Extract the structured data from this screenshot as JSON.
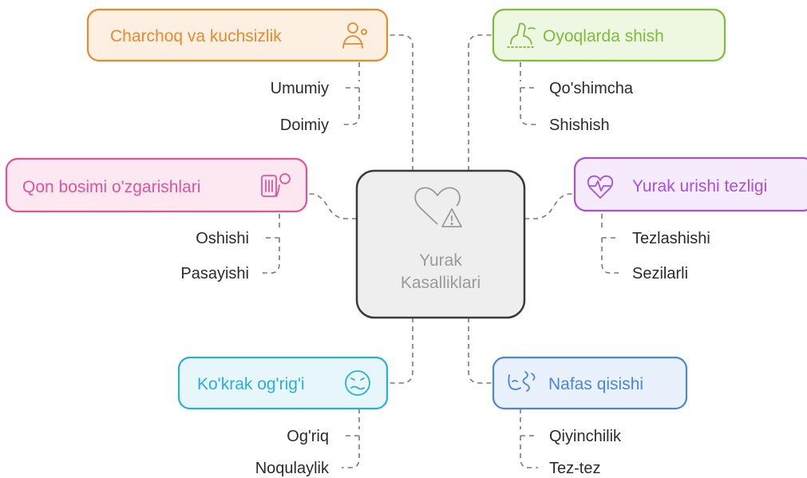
{
  "center": {
    "line1": "Yurak",
    "line2": "Kasalliklari"
  },
  "categories": {
    "fatigue": {
      "label": "Charchoq va kuchsizlik",
      "color": "#e88a2e",
      "fill": "#fdf0e3",
      "icon": "person-tired-icon",
      "items": [
        "Umumiy",
        "Doimiy"
      ]
    },
    "swelling": {
      "label": "Oyoqlarda shish",
      "color": "#7cbd3a",
      "fill": "#eef7e2",
      "icon": "swollen-foot-icon",
      "items": [
        "Qo'shimcha",
        "Shishish"
      ]
    },
    "pressure": {
      "label": "Qon bosimi o'zgarishlari",
      "color": "#e0559a",
      "fill": "#fde8f1",
      "icon": "blood-pressure-icon",
      "items": [
        "Oshishi",
        "Pasayishi"
      ]
    },
    "heartrate": {
      "label": "Yurak urishi tezligi",
      "color": "#a652d8",
      "fill": "#f6ebfc",
      "icon": "heartbeat-icon",
      "items": [
        "Tezlashishi",
        "Sezilarli"
      ]
    },
    "chestpain": {
      "label": "Ko'krak og'rig'i",
      "color": "#2ab0d8",
      "fill": "#e6f6fb",
      "icon": "pain-face-icon",
      "items": [
        "Og'riq",
        "Noqulaylik"
      ]
    },
    "breath": {
      "label": "Nafas qisishi",
      "color": "#4a86de",
      "fill": "#e9f1fc",
      "icon": "breathing-icon",
      "items": [
        "Qiyinchilik",
        "Tez-tez"
      ]
    }
  }
}
